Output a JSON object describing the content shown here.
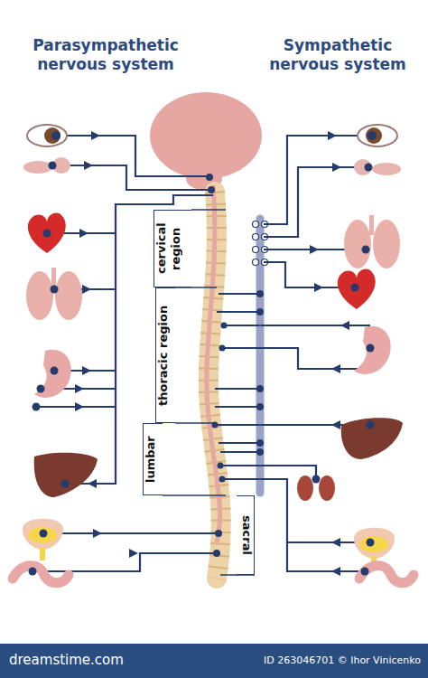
{
  "diagram": {
    "nodes": [
      {
        "text": [
          "cervical region"
        ]
      },
      {
        "text": [
          "thoracic region"
        ]
      },
      {
        "text": [
          "lumbar"
        ]
      },
      {
        "text": [
          "sacral"
        ]
      }
    ],
    "labels": [
      "Parasympathetic nervous system",
      "Sympathetic nervous system",
      "dreamstime.com",
      "ID 263046701 © Ihor Vinicenko"
    ]
  }
}
